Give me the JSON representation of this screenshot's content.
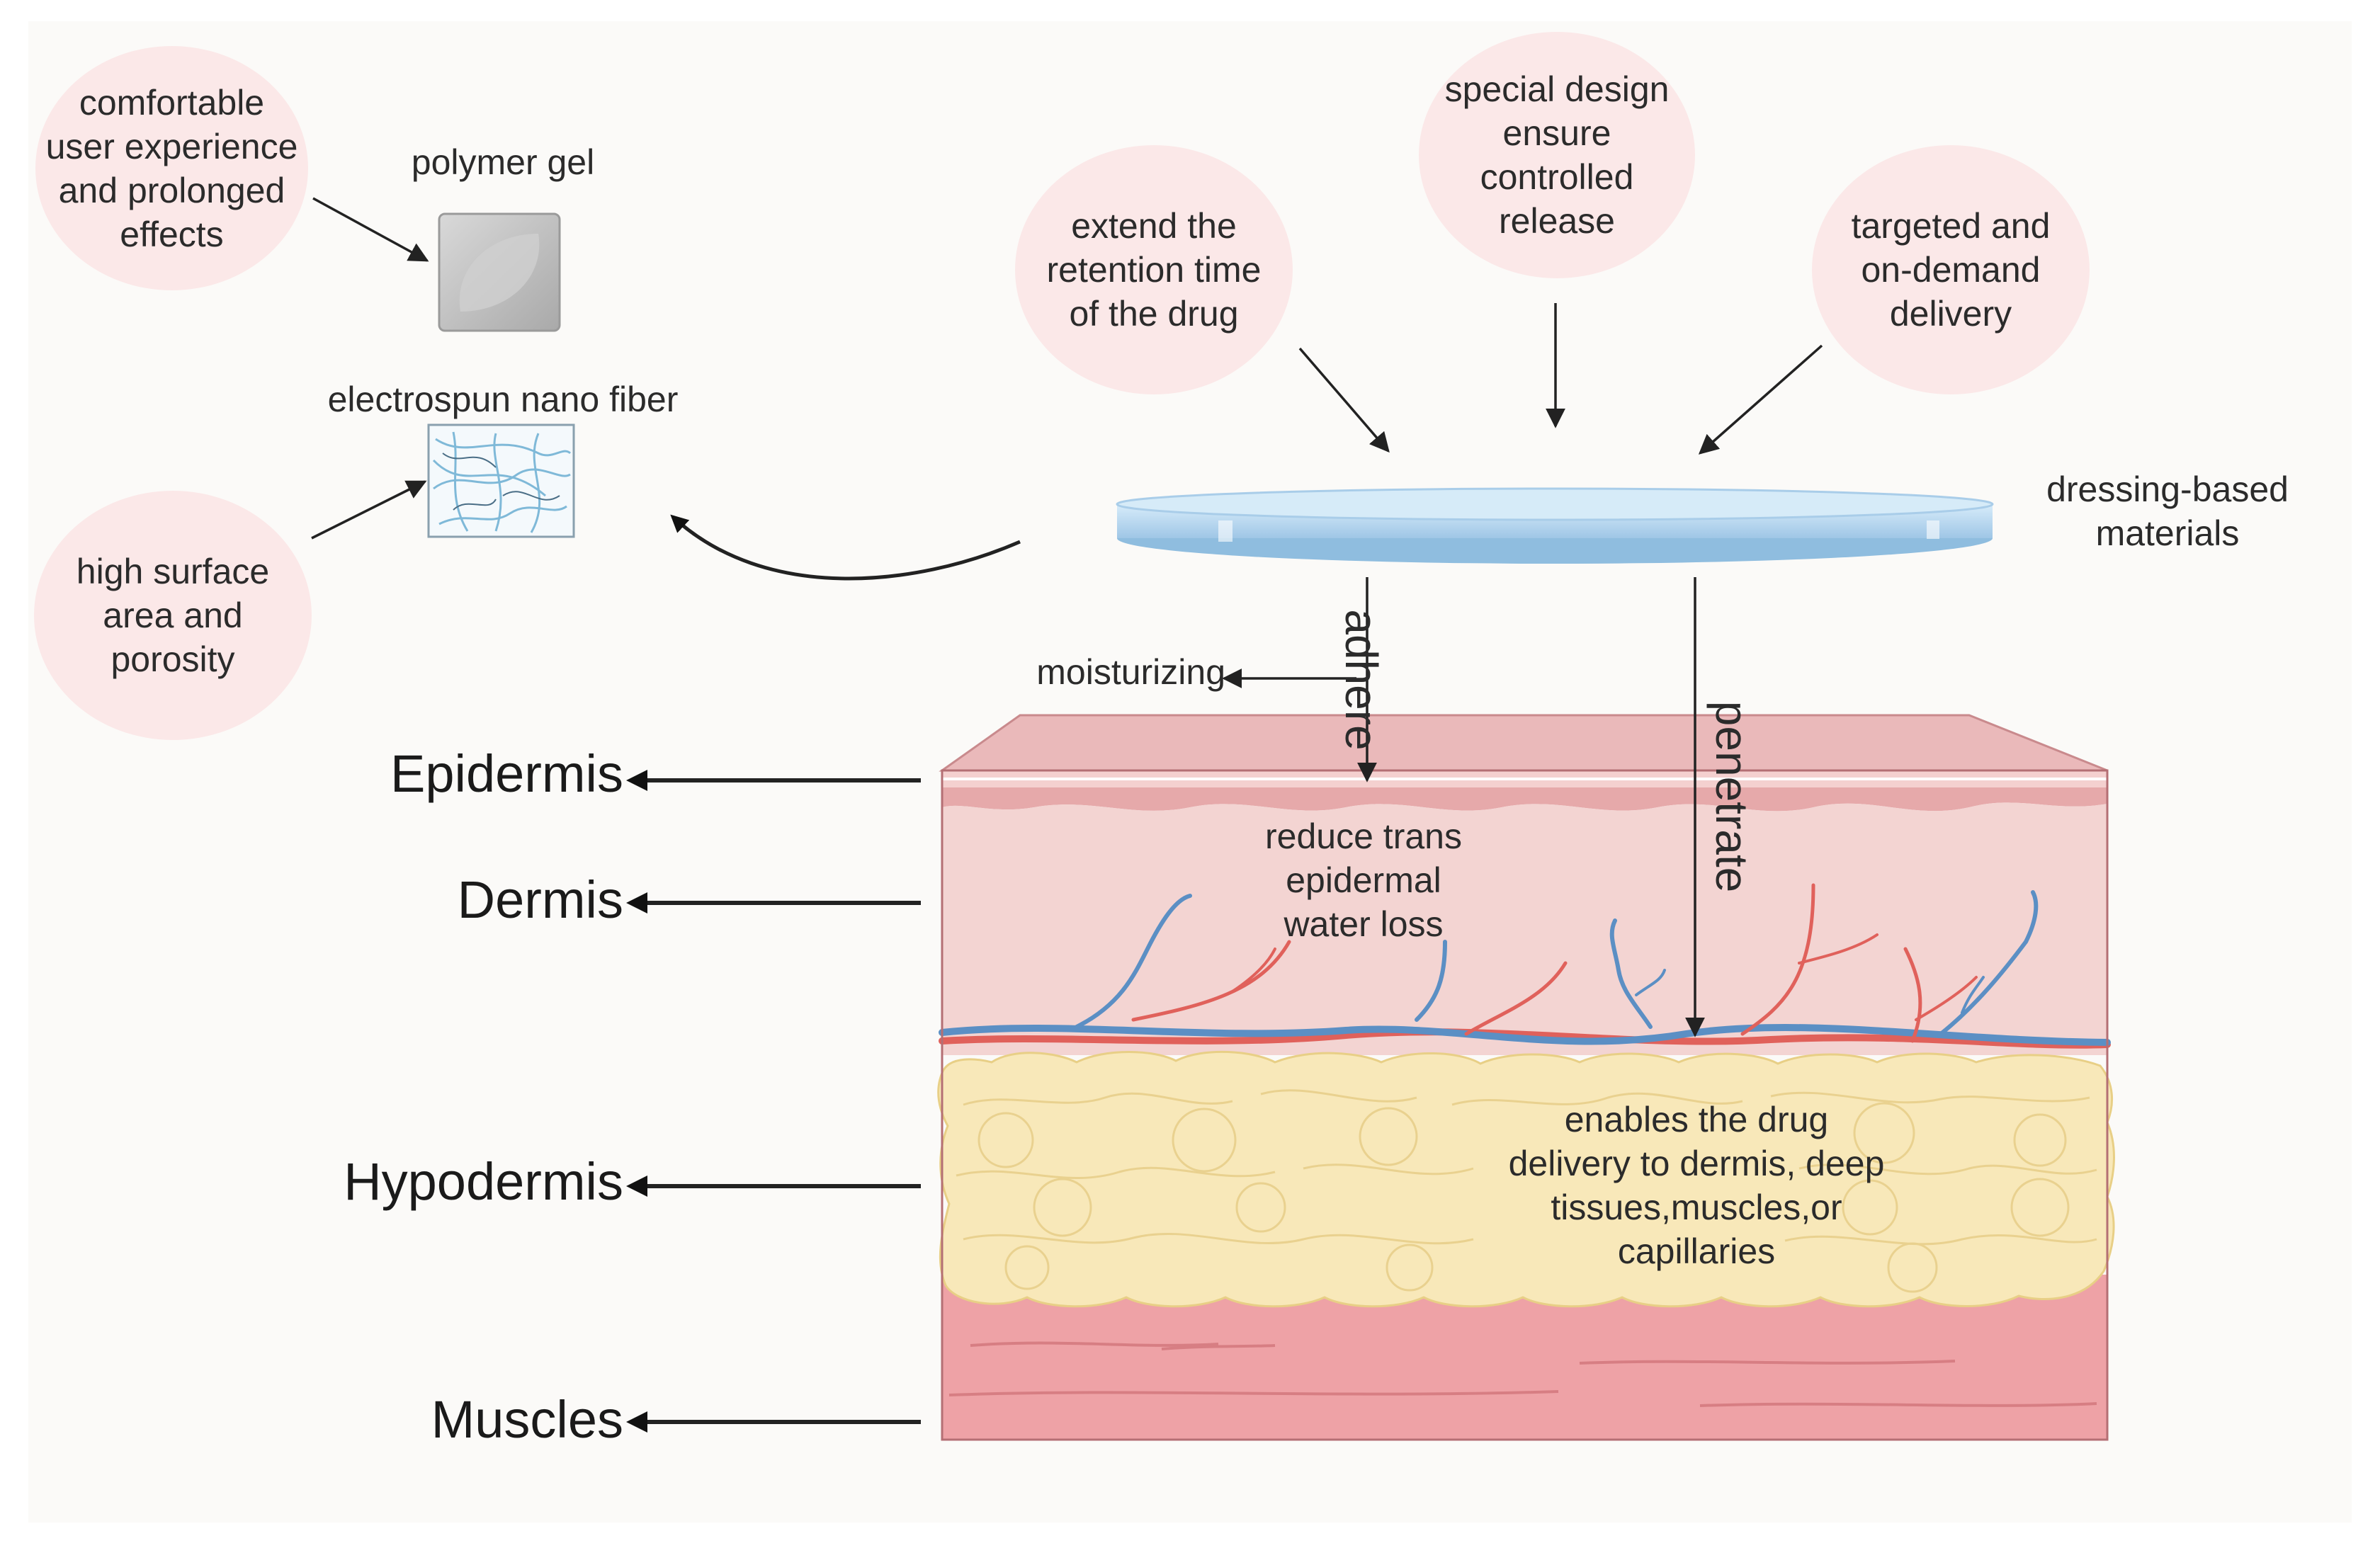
{
  "bubbles": {
    "comfort": "comfortable\nuser experience\nand prolonged\neffects",
    "surface": "high surface\narea and\nporosity",
    "retention": "extend the\nretention time\nof the drug",
    "design": "special design\nensure\ncontrolled\nrelease",
    "targeted": "targeted and\non-demand\ndelivery"
  },
  "labels": {
    "polymer_gel": "polymer gel",
    "nanofiber": "electrospun nano fiber",
    "dressing": "dressing-based\nmaterials",
    "moisturizing": "moisturizing",
    "adhere": "adhere",
    "penetrate": "penetrate",
    "tewl": "reduce trans\nepidermal\nwater loss",
    "deep_delivery": "enables the drug\ndelivery to dermis, deep\ntissues,muscles,or\ncapillaries"
  },
  "layers": {
    "epidermis": "Epidermis",
    "dermis": "Dermis",
    "hypodermis": "Hypodermis",
    "muscles": "Muscles"
  },
  "colors": {
    "bubble": "#fbe8e8",
    "dressing": "#bfdcf0",
    "epidermis": "#e9b4b6",
    "dermis": "#f2d2d0",
    "fat": "#f7e6b5",
    "muscle": "#eea0a4",
    "artery": "#e0615b",
    "vein": "#5b8fc4"
  }
}
